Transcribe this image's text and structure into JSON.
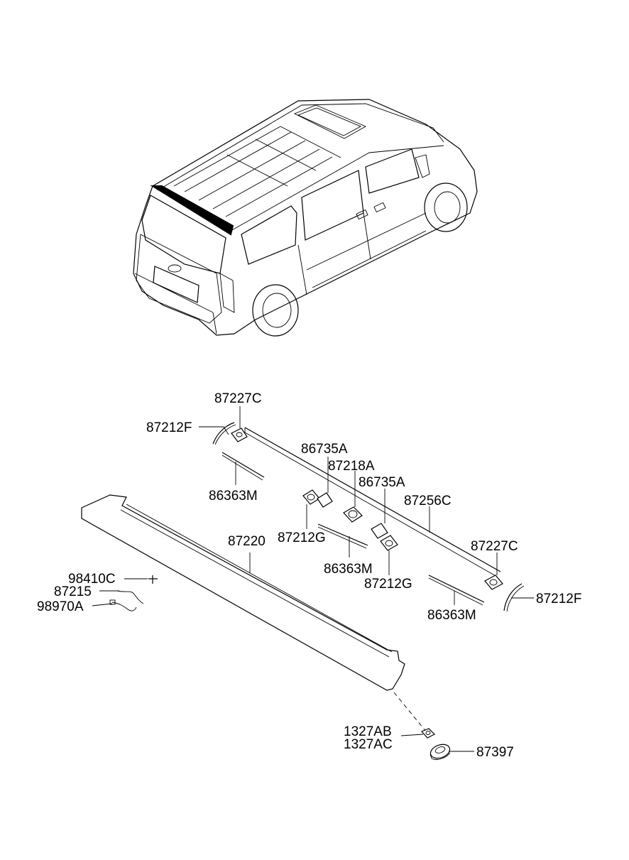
{
  "labels": {
    "l_87227C_top": "87227C",
    "l_87212F_left": "87212F",
    "l_86363M_left": "86363M",
    "l_86735A_1": "86735A",
    "l_87218A": "87218A",
    "l_86735A_2": "86735A",
    "l_87256C": "87256C",
    "l_87212G_1": "87212G",
    "l_87220": "87220",
    "l_86363M_mid": "86363M",
    "l_87227C_right": "87227C",
    "l_87212G_2": "87212G",
    "l_87212F_right": "87212F",
    "l_86363M_right": "86363M",
    "l_98410C": "98410C",
    "l_87215": "87215",
    "l_98970A": "98970A",
    "l_1327AB": "1327AB",
    "l_1327AC": "1327AC",
    "l_87397": "87397"
  }
}
